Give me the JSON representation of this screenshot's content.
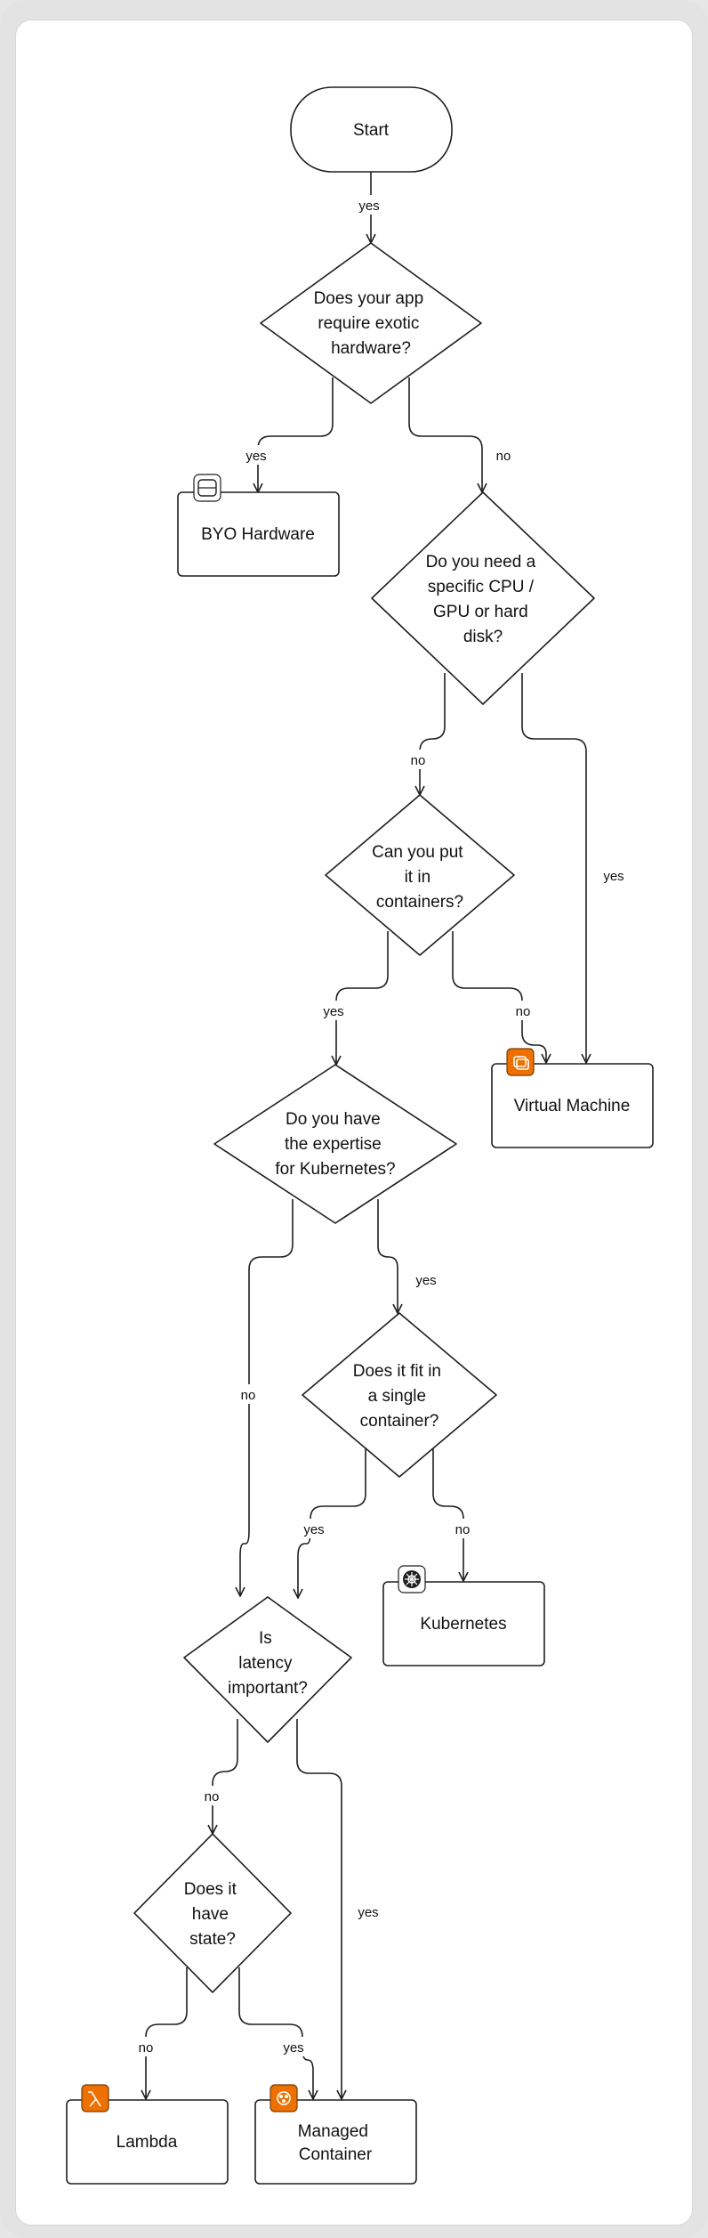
{
  "nodes": {
    "start": "Start",
    "q_exotic": [
      "Does your app",
      "require exotic",
      "hardware?"
    ],
    "byo": "BYO Hardware",
    "q_cpu": [
      "Do you need a",
      "specific CPU /",
      "GPU or hard",
      "disk?"
    ],
    "q_containers": [
      "Can you put",
      "it in",
      "containers?"
    ],
    "vm": "Virtual Machine",
    "q_k8s": [
      "Do you have",
      "the expertise",
      "for Kubernetes?"
    ],
    "q_single": [
      "Does it fit in",
      "a single",
      "container?"
    ],
    "kubernetes": "Kubernetes",
    "q_latency": [
      "Is",
      "latency",
      "important?"
    ],
    "q_state": [
      "Does it",
      "have",
      "state?"
    ],
    "lambda": "Lambda",
    "managed": [
      "Managed",
      "Container"
    ]
  },
  "edges": {
    "start_exotic": "yes",
    "exotic_byo": "yes",
    "exotic_cpu": "no",
    "cpu_containers": "no",
    "cpu_vm": "yes",
    "containers_k8s": "yes",
    "containers_vm": "no",
    "k8s_single": "yes",
    "k8s_latency": "no",
    "single_latency": "yes",
    "single_kubernetes": "no",
    "latency_state": "no",
    "latency_managed": "yes",
    "state_lambda": "no",
    "state_managed": "yes"
  },
  "icons": {
    "byo": "hard-drive-icon",
    "vm": "aws-ec2-icon",
    "kubernetes": "kubernetes-icon",
    "lambda": "aws-lambda-icon",
    "managed": "aws-fargate-icon"
  },
  "colors": {
    "aws_orange": "#ed7100",
    "stroke": "#1f1f1f"
  }
}
